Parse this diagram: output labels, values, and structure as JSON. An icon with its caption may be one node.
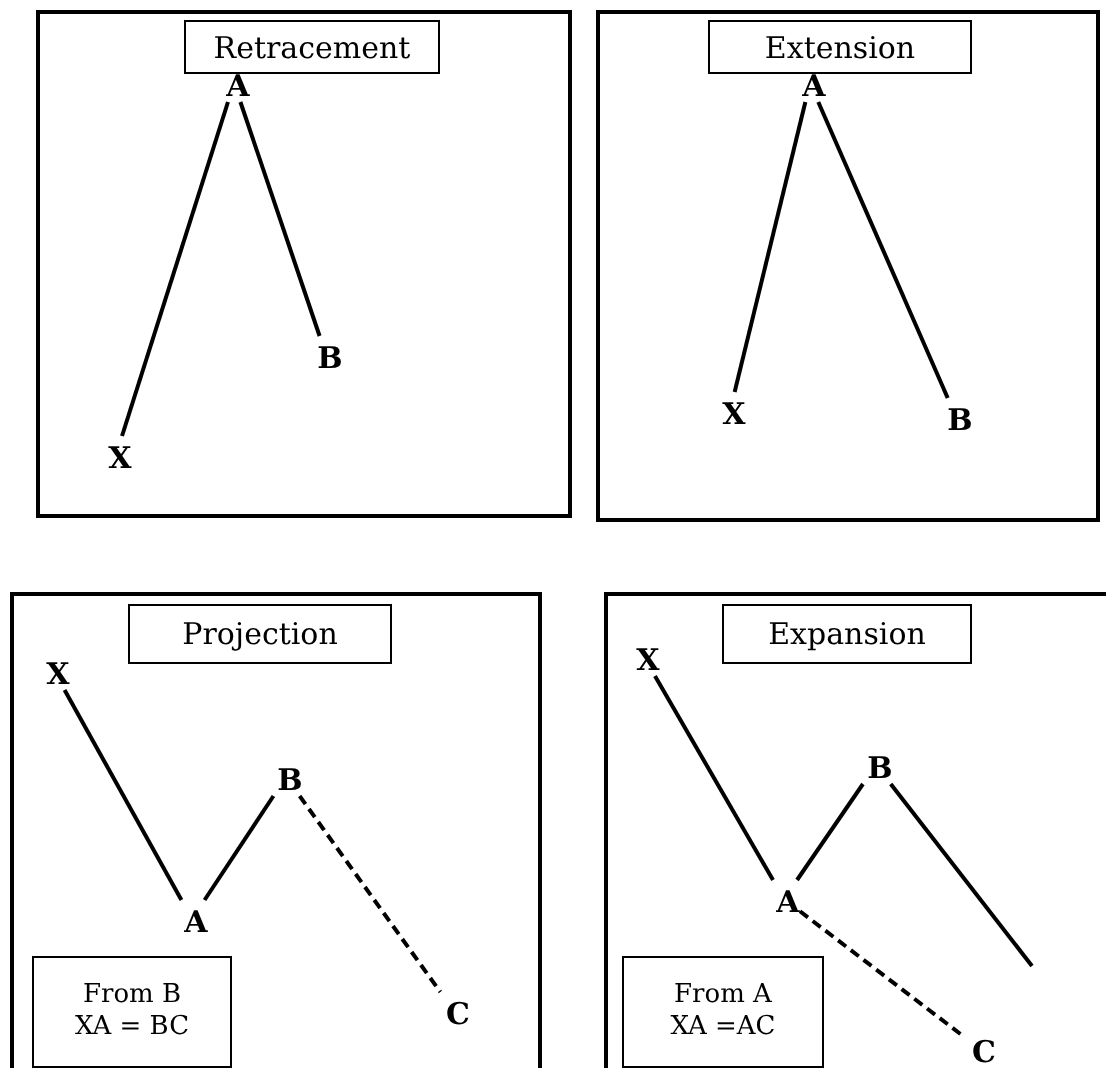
{
  "diagram": {
    "nodes": [
      {
        "text": [],
        "shape": "box"
      },
      {
        "text": [
          "Retracement"
        ],
        "in": 0
      },
      {
        "text": [
          "X"
        ],
        "in": 0
      },
      {
        "text": [
          "A"
        ],
        "in": 0
      },
      {
        "text": [
          "B"
        ],
        "in": 0
      },
      {
        "text": [],
        "shape": "box"
      },
      {
        "text": [
          "Extension"
        ],
        "in": 5
      },
      {
        "text": [
          "X"
        ],
        "in": 5
      },
      {
        "text": [
          "A"
        ],
        "in": 5
      },
      {
        "text": [
          "B"
        ],
        "in": 5
      },
      {
        "text": [],
        "shape": "box"
      },
      {
        "text": [
          "Projection"
        ],
        "in": 10
      },
      {
        "text": [
          "X"
        ],
        "in": 10
      },
      {
        "text": [
          "A"
        ],
        "in": 10
      },
      {
        "text": [
          "B"
        ],
        "in": 10
      },
      {
        "text": [
          "C"
        ],
        "in": 10
      },
      {
        "text": [
          "From B",
          "XA = BC"
        ],
        "in": 10
      },
      {
        "text": [],
        "shape": "box"
      },
      {
        "text": [
          "Expansion"
        ],
        "in": 17
      },
      {
        "text": [
          "X"
        ],
        "in": 17
      },
      {
        "text": [
          "A"
        ],
        "in": 17
      },
      {
        "text": [
          "B"
        ],
        "in": 17
      },
      {
        "text": [
          "C"
        ],
        "in": 17
      },
      {
        "text": [
          "From A",
          "XA =AC"
        ],
        "in": 17
      }
    ],
    "edges": [
      {
        "from": 2,
        "to": 3,
        "arrow": "none"
      },
      {
        "from": 3,
        "to": 4,
        "arrow": "none"
      },
      {
        "from": 7,
        "to": 8,
        "arrow": "none"
      },
      {
        "from": 8,
        "to": 9,
        "arrow": "none"
      },
      {
        "from": 12,
        "to": 13,
        "arrow": "none"
      },
      {
        "from": 13,
        "to": 14,
        "arrow": "none"
      },
      {
        "from": 14,
        "to": 15,
        "arrow": "none",
        "style": "dashed"
      },
      {
        "from": 19,
        "to": 20,
        "arrow": "none"
      },
      {
        "from": 20,
        "to": 21,
        "arrow": "none"
      },
      {
        "from": 21,
        "to": null,
        "arrow": "none"
      },
      {
        "from": 20,
        "to": 22,
        "arrow": "none",
        "style": "dashed"
      }
    ]
  }
}
